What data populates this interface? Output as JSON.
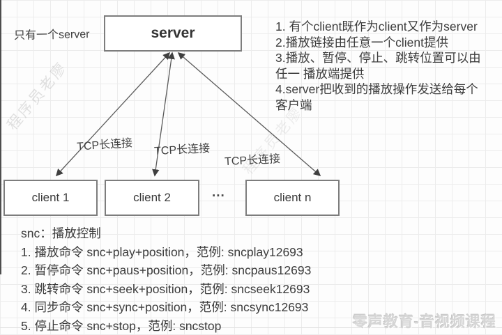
{
  "diagram": {
    "server_note": "只有一个server",
    "server_label": "server",
    "notes": [
      "1. 有个client既作为client又作为server",
      "2.播放链接由任意一个client提供",
      "3.播放、暂停、停止、跳转位置可以由",
      "任一 播放端提供",
      "4.server把收到的播放操作发送给每个",
      "客户端"
    ],
    "tcp_labels": [
      "TCP长连接",
      "TCP长连接",
      "TCP长连接"
    ],
    "clients": [
      "client 1",
      "client 2",
      "client n"
    ],
    "ellipsis": "...",
    "protocol": {
      "title": "snc：播放控制",
      "lines": [
        "1. 播放命令 snc+play+position，范例: sncplay12693",
        "2. 暂停命令 snc+paus+position，范例: sncpaus12693",
        "3. 跳转命令 snc+seek+position，范例: sncseek12693",
        "4. 同步命令 snc+sync+position，范例: sncsync12693",
        "5. 停止命令 snc+stop，范例: sncstop"
      ]
    },
    "watermarks": {
      "diagonal": "程序员老廖",
      "bottom_right": "零声教育-音视频课程"
    },
    "colors": {
      "text": "#3d3d3d",
      "box_border": "#7d7d7d",
      "arrow": "#4a4a4a",
      "grid": "#ececec",
      "background": "#fdfdfd",
      "watermark": "#d6d6d6"
    }
  }
}
